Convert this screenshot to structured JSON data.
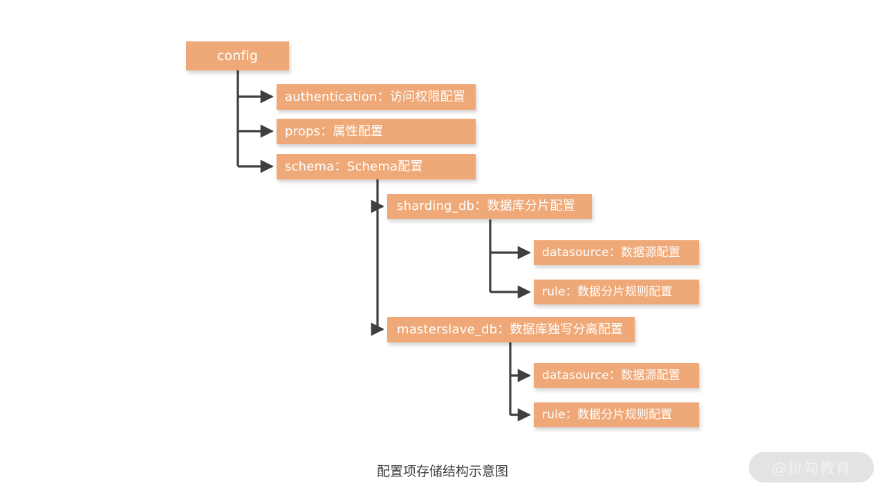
{
  "page": {
    "background_color": "#ffffff",
    "caption": "配置项存储结构示意图",
    "watermark": "@拉勾教育",
    "watermark_background": "#e3e3e3",
    "node_color": "#efa978",
    "node_text_color": "#ffffff",
    "connector_color": "#3f3f3f"
  },
  "diagram": {
    "type": "tree",
    "root": {
      "id": "config",
      "label": "config"
    },
    "nodes": [
      {
        "id": "config",
        "label": "config",
        "level": 0,
        "parent": null
      },
      {
        "id": "authentication",
        "label": "authentication：访问权限配置",
        "level": 1,
        "parent": "config"
      },
      {
        "id": "props",
        "label": "props：属性配置",
        "level": 1,
        "parent": "config"
      },
      {
        "id": "schema",
        "label": "schema：Schema配置",
        "level": 1,
        "parent": "config"
      },
      {
        "id": "sharding_db",
        "label": "sharding_db：数据库分片配置",
        "level": 2,
        "parent": "schema"
      },
      {
        "id": "sharding_ds",
        "label": "datasource：数据源配置",
        "level": 3,
        "parent": "sharding_db"
      },
      {
        "id": "sharding_rule",
        "label": "rule：数据分片规则配置",
        "level": 3,
        "parent": "sharding_db"
      },
      {
        "id": "masterslave_db",
        "label": "masterslave_db：数据库独写分离配置",
        "level": 2,
        "parent": "schema"
      },
      {
        "id": "masterslave_ds",
        "label": "datasource：数据源配置",
        "level": 3,
        "parent": "masterslave_db"
      },
      {
        "id": "masterslave_rule",
        "label": "rule：数据分片规则配置",
        "level": 3,
        "parent": "masterslave_db"
      }
    ]
  }
}
